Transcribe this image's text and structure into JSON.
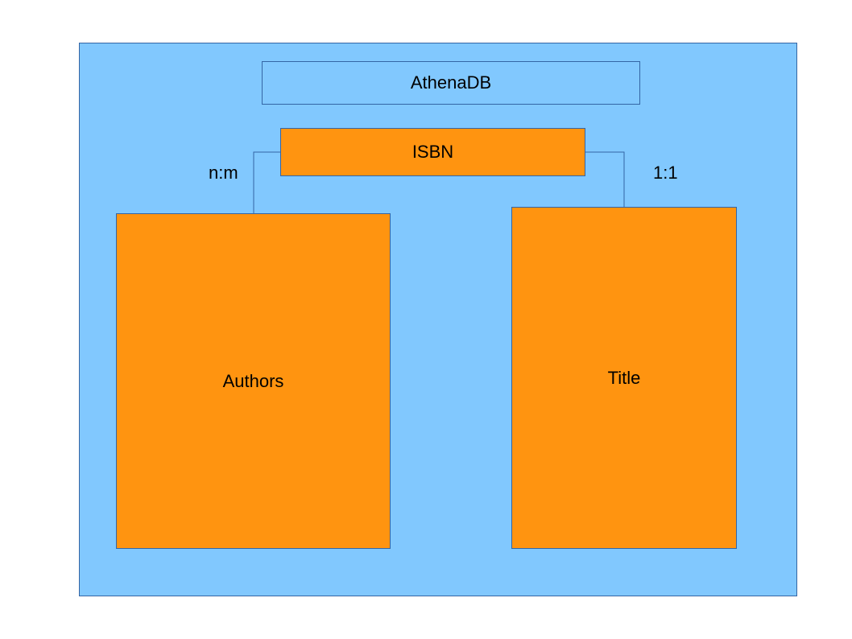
{
  "diagram": {
    "title": "AthenaDB",
    "entities": {
      "isbn": "ISBN",
      "authors": "Authors",
      "title": "Title"
    },
    "relationships": {
      "isbn_authors": "n:m",
      "isbn_title": "1:1"
    },
    "colors": {
      "background": "#81c8fe",
      "entity_fill": "#ff9410",
      "border": "#3465a4"
    }
  }
}
